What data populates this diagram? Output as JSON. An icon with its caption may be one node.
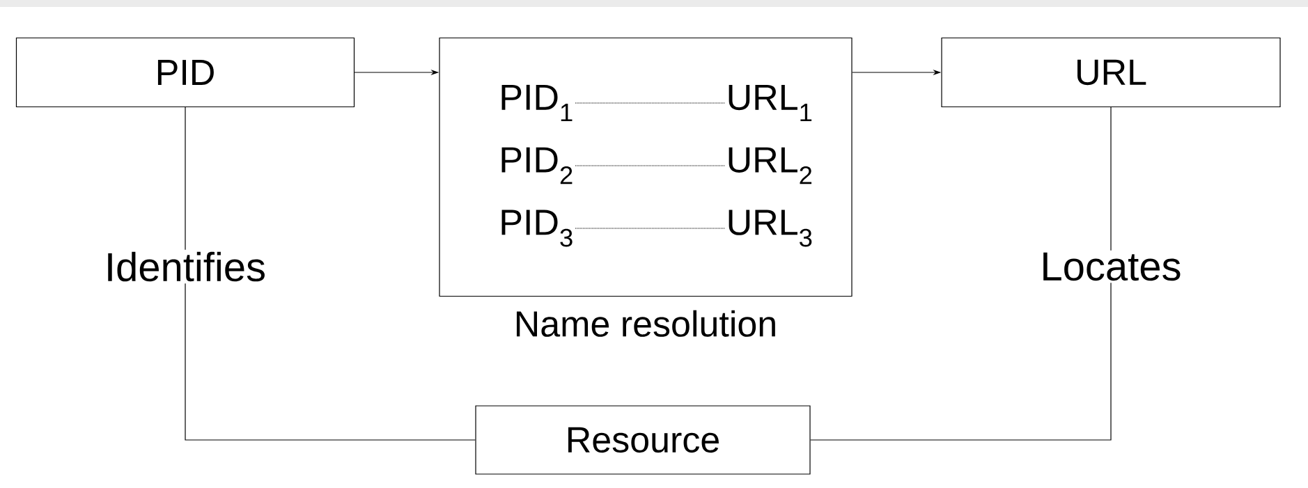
{
  "diagram": {
    "nodes": [
      {
        "text": [
          "PID"
        ]
      },
      {
        "text": [
          "Name resolution"
        ]
      },
      {
        "text": [
          "URL"
        ]
      },
      {
        "text": [
          "Resource"
        ]
      },
      {
        "text": [
          "PID$_{1}$"
        ],
        "in": 1
      },
      {
        "text": [
          "URL$_{1}$"
        ],
        "in": 1
      },
      {
        "text": [
          "PID$_{2}$"
        ],
        "in": 1
      },
      {
        "text": [
          "URL$_{2}$"
        ],
        "in": 1
      },
      {
        "text": [
          "PID$_{3}$"
        ],
        "in": 1
      },
      {
        "text": [
          "URL$_{3}$"
        ],
        "in": 1
      }
    ],
    "edges": [
      {
        "from": 0,
        "to": 1,
        "arrow": "to"
      },
      {
        "from": 1,
        "to": 2,
        "arrow": "to"
      },
      {
        "from": 0,
        "to": 3,
        "arrow": "none",
        "label": "Identifies"
      },
      {
        "from": 2,
        "to": 3,
        "arrow": "none",
        "label": "Locates"
      },
      {
        "from": 4,
        "to": 5,
        "arrow": "none",
        "style": "dashed"
      },
      {
        "from": 6,
        "to": 7,
        "arrow": "none",
        "style": "dashed"
      },
      {
        "from": 8,
        "to": 9,
        "arrow": "none",
        "style": "dashed"
      }
    ]
  }
}
